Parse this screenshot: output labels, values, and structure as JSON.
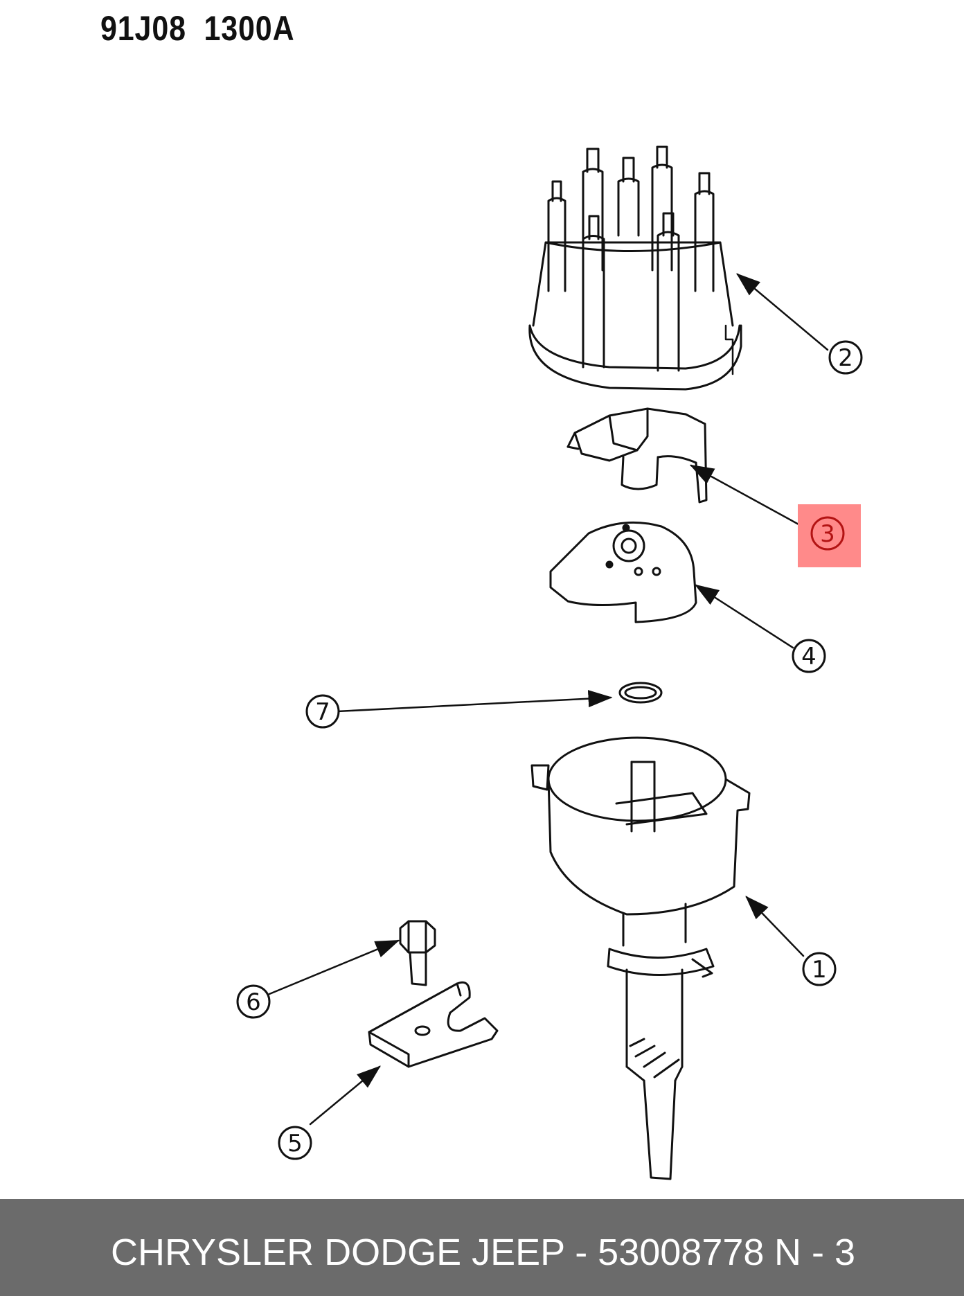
{
  "header": {
    "drawing_code": "91J08  1300A"
  },
  "callouts": [
    {
      "number": "1"
    },
    {
      "number": "2"
    },
    {
      "number": "3",
      "highlighted": true
    },
    {
      "number": "4"
    },
    {
      "number": "5"
    },
    {
      "number": "6"
    },
    {
      "number": "7"
    }
  ],
  "highlight_color": "#ff8a8a",
  "footer": {
    "label": "CHRYSLER DODGE JEEP - 53008778",
    "page": "N - 3",
    "background": "#6b6b6b"
  }
}
